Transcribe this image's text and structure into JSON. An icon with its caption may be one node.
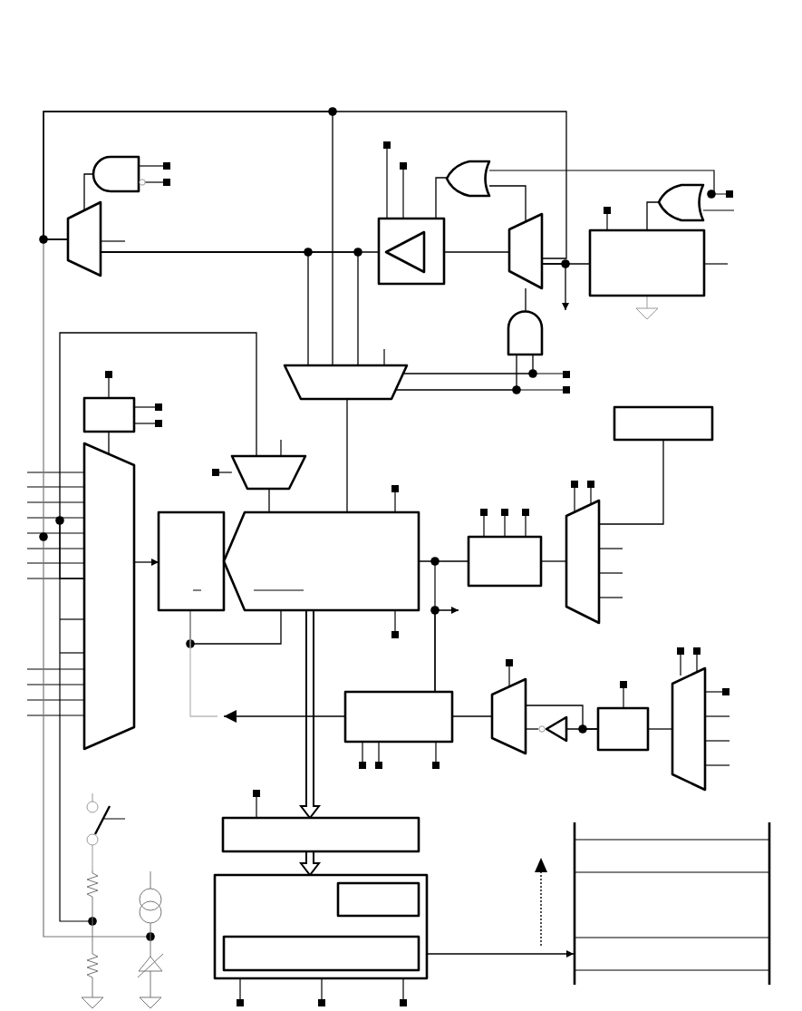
{
  "diagram": {
    "nodes": [
      {
        "text": [],
        "shape": "trapezoid"
      },
      {
        "text": [],
        "shape": "gate"
      },
      {
        "text": [],
        "shape": "box"
      },
      {
        "text": [],
        "shape": "gate"
      },
      {
        "text": [],
        "shape": "trapezoid"
      },
      {
        "text": [],
        "shape": "box"
      },
      {
        "text": [],
        "shape": "gate"
      },
      {
        "text": [],
        "shape": "gate"
      },
      {
        "text": [],
        "shape": "trapezoid"
      },
      {
        "text": [],
        "shape": "box"
      },
      {
        "text": [],
        "shape": "trapezoid"
      },
      {
        "text": [],
        "shape": "trapezoid"
      },
      {
        "text": [],
        "shape": "box"
      },
      {
        "text": [],
        "shape": "box"
      },
      {
        "text": [],
        "shape": "box"
      },
      {
        "text": [],
        "shape": "trapezoid"
      },
      {
        "text": [],
        "shape": "box"
      },
      {
        "text": [],
        "shape": "box"
      },
      {
        "text": [],
        "shape": "trapezoid"
      },
      {
        "text": [],
        "shape": "triangle"
      },
      {
        "text": [],
        "shape": "box"
      },
      {
        "text": [],
        "shape": "trapezoid"
      },
      {
        "text": [],
        "shape": "box"
      },
      {
        "text": [],
        "shape": "box"
      },
      {
        "text": [],
        "shape": "box",
        "in": 23
      },
      {
        "text": [],
        "shape": "box",
        "in": 23
      },
      {
        "text": [],
        "shape": "box"
      }
    ],
    "edges": [
      {
        "from": 10,
        "to": 12,
        "arrow": "to"
      },
      {
        "from": 13,
        "to": 22,
        "arrow": "to",
        "style": "thick"
      },
      {
        "from": 22,
        "to": 23,
        "arrow": "to",
        "style": "thick"
      },
      {
        "from": 25,
        "to": 26,
        "arrow": "to"
      },
      {
        "from": 17,
        "to": null,
        "arrow": "to"
      },
      {
        "from": 4,
        "to": null,
        "arrow": "to"
      },
      {
        "from": 17,
        "to": null,
        "arrow": "to"
      },
      {
        "from": 0,
        "to": 2,
        "arrow": "none"
      },
      {
        "from": 2,
        "to": 4,
        "arrow": "none"
      },
      {
        "from": 4,
        "to": 5,
        "arrow": "none"
      },
      {
        "from": 1,
        "to": 0,
        "arrow": "none"
      },
      {
        "from": 3,
        "to": 2,
        "arrow": "none"
      },
      {
        "from": 3,
        "to": 4,
        "arrow": "none"
      },
      {
        "from": 7,
        "to": 4,
        "arrow": "none"
      },
      {
        "from": 6,
        "to": 5,
        "arrow": "none"
      },
      {
        "from": 8,
        "to": 13,
        "arrow": "none"
      },
      {
        "from": 9,
        "to": 10,
        "arrow": "none"
      },
      {
        "from": 11,
        "to": 13,
        "arrow": "none"
      },
      {
        "from": 14,
        "to": 15,
        "arrow": "none"
      },
      {
        "from": 16,
        "to": 15,
        "arrow": "none"
      },
      {
        "from": 13,
        "to": 14,
        "arrow": "none"
      },
      {
        "from": 17,
        "to": 18,
        "arrow": "none"
      },
      {
        "from": 19,
        "to": 18,
        "arrow": "none"
      },
      {
        "from": 20,
        "to": 19,
        "arrow": "none"
      },
      {
        "from": 20,
        "to": 21,
        "arrow": "none"
      },
      {
        "from": 0,
        "to": 8,
        "arrow": "none"
      },
      {
        "from": 0,
        "to": 8,
        "arrow": "none"
      },
      {
        "from": 0,
        "to": 8,
        "arrow": "none"
      },
      {
        "from": 18,
        "to": 20,
        "arrow": "none"
      },
      {
        "from": 10,
        "to": 11,
        "arrow": "none"
      },
      {
        "from": 8,
        "to": 7,
        "arrow": "none"
      },
      {
        "from": 8,
        "to": 7,
        "arrow": "none"
      },
      {
        "from": 4,
        "to": 0,
        "arrow": "none"
      },
      {
        "from": 12,
        "to": 13,
        "arrow": "none"
      },
      {
        "from": 12,
        "to": null,
        "arrow": "none",
        "color": "#bbbbbb"
      }
    ]
  }
}
